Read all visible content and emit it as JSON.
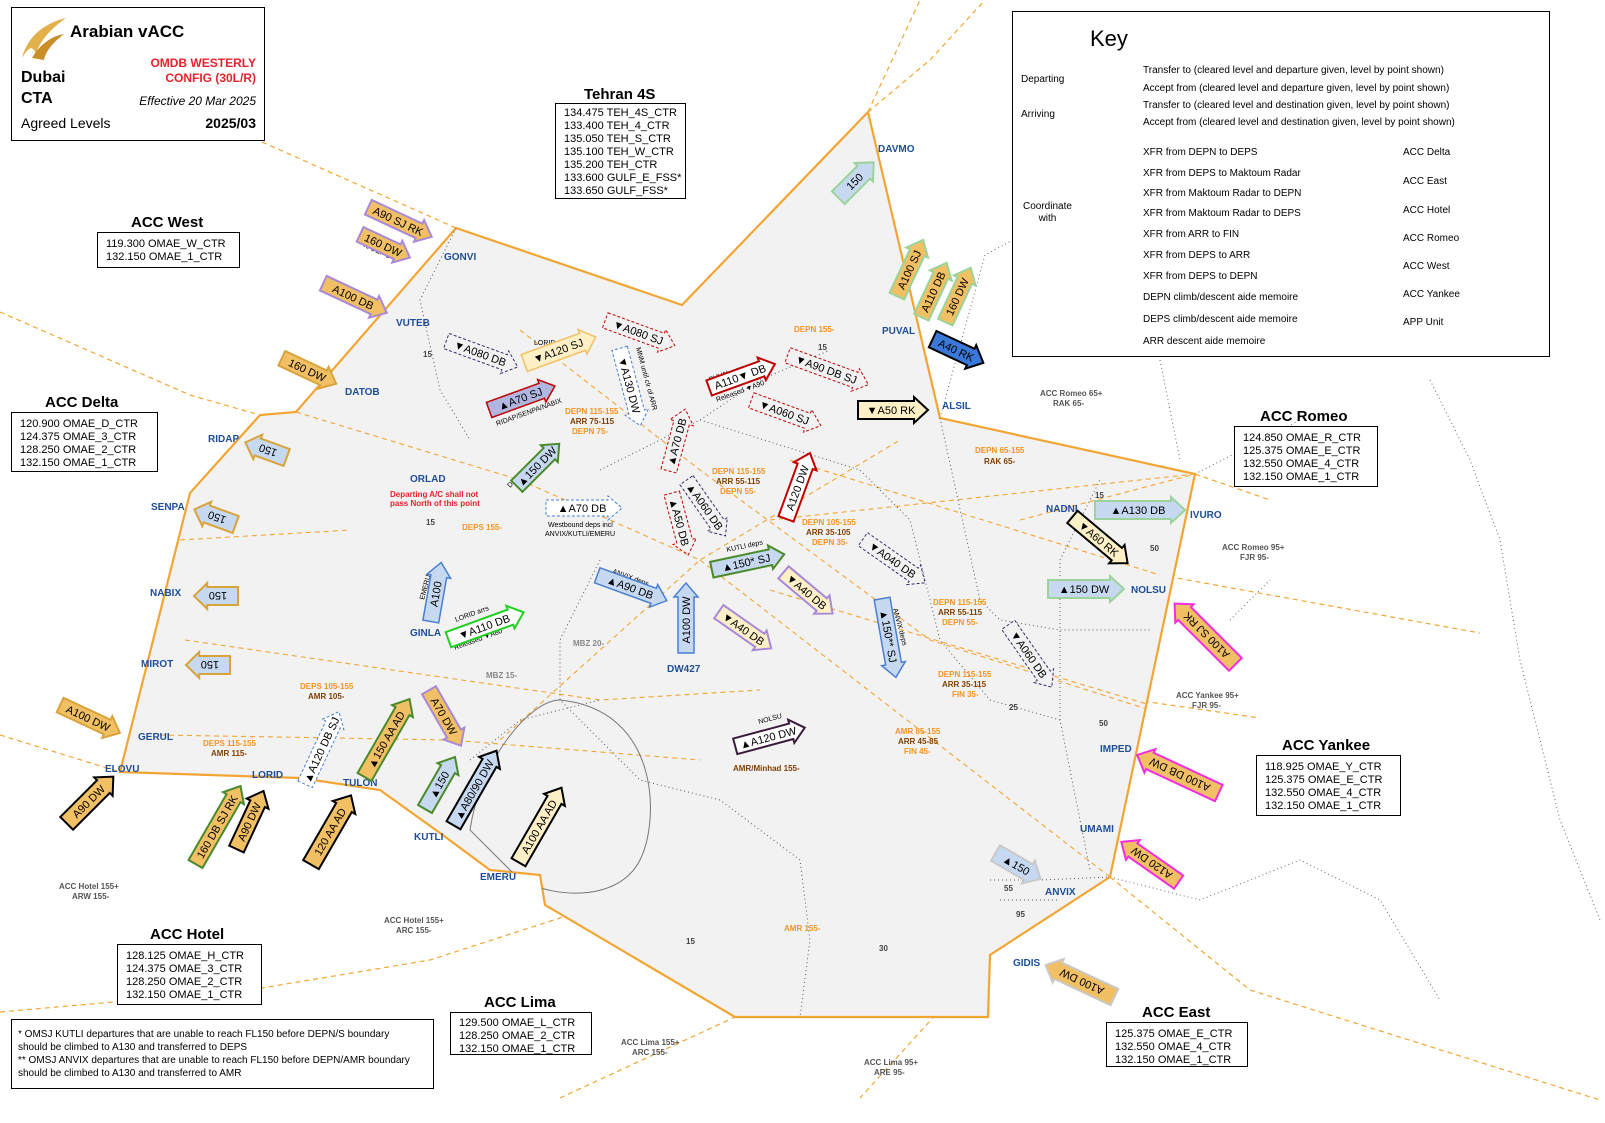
{
  "header": {
    "brand": "Arabian vACC",
    "region": "Dubai",
    "region2": "CTA",
    "config_line1": "OMDB WESTERLY",
    "config_line2": "CONFIG (30L/R)",
    "effective": "Effective 20 Mar 2025",
    "subtitle": "Agreed Levels",
    "cycle": "2025/03"
  },
  "key": {
    "title": "Key",
    "departing": "Departing",
    "arriving": "Arriving",
    "coordinate": "Coordinate",
    "with": "with",
    "rows": [
      "Transfer to (cleared level and departure given, level by point shown)",
      "Accept from (cleared level and departure given, level by point shown)",
      "Transfer to (cleared level and destination given, level by point shown)",
      "Accept from (cleared level and destination given, level by point shown)"
    ],
    "xfr": [
      "XFR from DEPN to DEPS",
      "XFR from DEPS to Maktoum Radar",
      "XFR from Maktoum Radar to DEPN",
      "XFR from Maktoum Radar to DEPS",
      "XFR from ARR to FIN",
      "XFR from DEPS to ARR",
      "XFR from DEPS to DEPN",
      "DEPN climb/descent aide memoire",
      "DEPS climb/descent aide memoire",
      "ARR descent aide memoire"
    ],
    "acc": [
      "ACC Delta",
      "ACC East",
      "ACC Hotel",
      "ACC Romeo",
      "ACC West",
      "ACC Yankee",
      "APP Unit"
    ]
  },
  "sectors": {
    "tehran": {
      "title": "Tehran 4S",
      "freqs": [
        "134.475 TEH_4S_CTR",
        "133.400 TEH_4_CTR",
        "135.050 TEH_S_CTR",
        "135.100 TEH_W_CTR",
        "135.200 TEH_CTR",
        "133.600 GULF_E_FSS*",
        "133.650 GULF_FSS*"
      ]
    },
    "west": {
      "title": "ACC West",
      "freqs": [
        "119.300 OMAE_W_CTR",
        "132.150 OMAE_1_CTR"
      ]
    },
    "delta": {
      "title": "ACC Delta",
      "freqs": [
        "120.900 OMAE_D_CTR",
        "124.375 OMAE_3_CTR",
        "128.250 OMAE_2_CTR",
        "132.150 OMAE_1_CTR"
      ]
    },
    "romeo": {
      "title": "ACC Romeo",
      "freqs": [
        "124.850 OMAE_R_CTR",
        "125.375 OMAE_E_CTR",
        "132.550 OMAE_4_CTR",
        "132.150 OMAE_1_CTR"
      ]
    },
    "yankee": {
      "title": "ACC Yankee",
      "freqs": [
        "118.925 OMAE_Y_CTR",
        "125.375 OMAE_E_CTR",
        "132.550 OMAE_4_CTR",
        "132.150 OMAE_1_CTR"
      ]
    },
    "hotel": {
      "title": "ACC Hotel",
      "freqs": [
        "128.125 OMAE_H_CTR",
        "124.375 OMAE_3_CTR",
        "128.250 OMAE_2_CTR",
        "132.150 OMAE_1_CTR"
      ]
    },
    "lima": {
      "title": "ACC Lima",
      "freqs": [
        "129.500 OMAE_L_CTR",
        "128.250 OMAE_2_CTR",
        "132.150 OMAE_1_CTR"
      ]
    },
    "east": {
      "title": "ACC East",
      "freqs": [
        "125.375 OMAE_E_CTR",
        "132.550 OMAE_4_CTR",
        "132.150 OMAE_1_CTR"
      ]
    }
  },
  "notes": [
    "* OMSJ KUTLI departures that are unable to reach FL150 before DEPN/S boundary",
    "should be climbed to A130 and transferred to DEPS",
    "** OMSJ ANVIX departures that are unable to reach FL150 before DEPN/AMR boundary",
    "should be climbed to A130 and transferred to AMR"
  ],
  "colors": {
    "boundary": "#f3a533",
    "fill": "#f2f2f2",
    "waypoint": "#1f4e96",
    "orange_text": "#f29424",
    "brown_text": "#7f3f00",
    "dep_transfer": "#c6d9f1",
    "dep_accept": "#3a78d8",
    "arr_transfer": "#fdefc6",
    "arr_accept": "#f2c064",
    "red": "#c00000",
    "delta": "#d9a33b",
    "east": "#c9c9c9",
    "hotel": "#4a8a2a",
    "romeo": "#9cd39a",
    "west": "#a889d8",
    "yankee": "#f02ee0",
    "app": "#000000"
  },
  "waypoints": [
    "DAVMO",
    "GONVI",
    "VUTEB",
    "DATOB",
    "RIDAP",
    "SENPA",
    "NABIX",
    "MIROT",
    "GERUL",
    "ELOVU",
    "LORID",
    "TULON",
    "KUTLI",
    "EMERU",
    "GINLA",
    "ORLAD",
    "DW427",
    "PUVAL",
    "ALSIL",
    "NADNI",
    "IVURO",
    "NOLSU",
    "IMPED",
    "UMAMI",
    "ANVIX",
    "GIDIS"
  ],
  "map_text": {
    "orlad_note1": "Departing A/C shall not",
    "orlad_note2": "pass North of this point",
    "romeo65": "ACC Romeo 65+",
    "rak65": "RAK 65-",
    "romeo95": "ACC Romeo 95+",
    "fjr95a": "FJR 95-",
    "yankee95": "ACC Yankee 95+",
    "fjr95b": "FJR 95-",
    "hotel155a": "ACC Hotel 155+",
    "arw155": "ARW 155-",
    "hotel155b": "ACC Hotel 155+",
    "arc155a": "ARC 155-",
    "lima155": "ACC Lima 155+",
    "arc155b": "ARC 155-",
    "lima95": "ACC Lima 95+",
    "are95": "ARE 95-",
    "mbz20": "MBZ 20-",
    "mbz15": "MBZ 15-",
    "depn155": "DEPN 155-",
    "depn115_155a": "DEPN 115-155",
    "arr75_115": "ARR 75-115",
    "depn75": "DEPN 75-",
    "depn115_155b": "DEPN 115-155",
    "arr55_115a": "ARR 55-115",
    "depn55a": "DEPN 55-",
    "depn105_155": "DEPN 105-155",
    "arr35_105": "ARR 35-105",
    "depn35": "DEPN 35-",
    "depn65_155": "DEPN 65-155",
    "rak65b": "RAK 65-",
    "depn115_155c": "DEPN 115-155",
    "arr55_115b": "ARR 55-115",
    "depn55b": "DEPN 55-",
    "depn115_155d": "DEPN 115-155",
    "arr35_115": "ARR 35-115",
    "fin35": "FIN 35-",
    "amr85_155": "AMR 85-155",
    "arr45_85": "ARR 45-85",
    "fin45": "FIN 45-",
    "deps155": "DEPS 155-",
    "deps105_155": "DEPS 105-155",
    "amr105": "AMR 105-",
    "deps115_155": "DEPS 115-155",
    "amr115": "AMR 115-",
    "amr_minhad": "AMR/Minhad 155-",
    "amr155": "AMR 155-",
    "lorid_arrs": "LORID arrs",
    "ridap_senpa": "RIDAP/SENPA/NABIX",
    "mnm_until": "MNM until clr of ARR",
    "puval_arrs": "PUVAL arrs",
    "released_a90": "Released ▼A90",
    "davmo_deps": "DAVMO deps",
    "westbound1": "Westbound deps incl",
    "westbound2": "ANVIX/KUTLI/EMERU",
    "kutli_deps": "KUTLI deps",
    "anvix_deps": "ANVIX deps",
    "anvix_deps2": "ANVIX deps",
    "emeru_lbl": "EMERU",
    "lorid_arrs2": "LORID arrs",
    "released_a80": "Released ▼A80",
    "nolsu_lbl": "NOLSU",
    "to_dep_s": "To DEP S",
    "n15a": "15",
    "n15b": "15",
    "n15c": "15",
    "n15d": "15",
    "n50a": "50",
    "n50b": "50",
    "n25": "25",
    "n55": "55",
    "n95": "95",
    "n30": "30",
    "n15e": "15"
  },
  "arrows": [
    {
      "name": "a90-sj-rk",
      "text": "A90 SJ RK",
      "cls": "arr_accept",
      "stroke": "west"
    },
    {
      "name": "160-dw-west",
      "text": "160 DW",
      "cls": "arr_accept",
      "stroke": "west"
    },
    {
      "name": "a100-db-west",
      "text": "A100 DB",
      "cls": "arr_accept",
      "stroke": "west"
    },
    {
      "name": "160-dw-datob",
      "text": "160 DW",
      "cls": "arr_accept",
      "stroke": "delta"
    },
    {
      "name": "150-ridap",
      "text": "150",
      "cls": "dep_transfer",
      "stroke": "delta"
    },
    {
      "name": "150-senpa",
      "text": "150",
      "cls": "dep_transfer",
      "stroke": "delta"
    },
    {
      "name": "150-nabix",
      "text": "150",
      "cls": "dep_transfer",
      "stroke": "delta"
    },
    {
      "name": "150-mirot",
      "text": "150",
      "cls": "dep_transfer",
      "stroke": "delta"
    },
    {
      "name": "a100-dw-gerul",
      "text": "A100 DW",
      "cls": "arr_accept",
      "stroke": "delta"
    },
    {
      "name": "a90-dw-elovu",
      "text": "A90 DW",
      "cls": "arr_accept",
      "stroke": "app"
    },
    {
      "name": "160-db-sj-rk",
      "text": "160 DB SJ RK",
      "cls": "arr_accept",
      "stroke": "hotel"
    },
    {
      "name": "a90-dw-lorid",
      "text": "A90 DW",
      "cls": "arr_accept",
      "stroke": "app"
    },
    {
      "name": "120-aa-ad",
      "text": "120 AA AD",
      "cls": "arr_accept",
      "stroke": "app"
    },
    {
      "name": "a150-aa-ad",
      "text": "▲150 AA AD",
      "cls": "arr_accept",
      "stroke": "hotel"
    },
    {
      "name": "a70-dw-tulon",
      "text": "A70 DW",
      "cls": "arr_accept",
      "stroke": "west"
    },
    {
      "name": "a150-kutli",
      "text": "▲150",
      "cls": "dep_transfer",
      "stroke": "hotel"
    },
    {
      "name": "a80-90-dw",
      "text": "▲A80/90 DW",
      "cls": "dep_transfer",
      "stroke": "app"
    },
    {
      "name": "a100-aa-ad",
      "text": "A100 AA AD",
      "cls": "arr_transfer",
      "stroke": "app"
    },
    {
      "name": "150-davmo",
      "text": "150",
      "cls": "dep_transfer",
      "stroke": "romeo"
    },
    {
      "name": "a100-sj-puval",
      "text": "A100 SJ",
      "cls": "arr_accept",
      "stroke": "romeo"
    },
    {
      "name": "a110-db-puval",
      "text": "A110 DB",
      "cls": "arr_accept",
      "stroke": "romeo"
    },
    {
      "name": "a160-dw-puval",
      "text": "160 DW",
      "cls": "arr_accept",
      "stroke": "romeo"
    },
    {
      "name": "a40-rk",
      "text": "A40 RK",
      "cls": "dep_accept",
      "stroke": "app"
    },
    {
      "name": "a50-rk",
      "text": "▼A50 RK",
      "cls": "arr_transfer",
      "stroke": "app"
    },
    {
      "name": "a130-db",
      "text": "▲A130 DB",
      "cls": "dep_transfer",
      "stroke": "romeo"
    },
    {
      "name": "a60-rk",
      "text": "▼A60 RK",
      "cls": "arr_transfer",
      "stroke": "app"
    },
    {
      "name": "a150-dw-nolsu",
      "text": "▲150 DW",
      "cls": "dep_transfer",
      "stroke": "romeo"
    },
    {
      "name": "a100-sj-rk-yankee",
      "text": "A100 SJ RK",
      "cls": "arr_accept",
      "stroke": "yankee"
    },
    {
      "name": "a100-db-dw-yankee",
      "text": "A100 DB DW",
      "cls": "arr_accept",
      "stroke": "yankee"
    },
    {
      "name": "a120-dw-yankee",
      "text": "A120 DW",
      "cls": "arr_accept",
      "stroke": "yankee"
    },
    {
      "name": "a150-anvix",
      "text": "▲150",
      "cls": "dep_transfer",
      "stroke": "east"
    },
    {
      "name": "a100-dw-gidis",
      "text": "A100 DW",
      "cls": "arr_accept",
      "stroke": "east"
    }
  ],
  "internal": [
    {
      "name": "a080-db",
      "text": "▼A080  DB",
      "style": "arr_dash"
    },
    {
      "name": "a120-sj",
      "text": "▼A120 SJ",
      "style": "arr_transfer"
    },
    {
      "name": "a080-sj",
      "text": "▼A080  SJ",
      "style": "depn_dash"
    },
    {
      "name": "a130-dw",
      "text": "▼A130  DW",
      "style": "deps_dash"
    },
    {
      "name": "a70-sj",
      "text": "▲A70 SJ",
      "style": "purple_red"
    },
    {
      "name": "a110-db",
      "text": "A110▼ DB",
      "style": "red_out"
    },
    {
      "name": "a90-db-sj",
      "text": "▼A90 DB SJ",
      "style": "depn_dash"
    },
    {
      "name": "a060-sj",
      "text": "▼A060  SJ",
      "style": "depn_dash"
    },
    {
      "name": "a70-db-vert",
      "text": "▲A70 DB",
      "style": "depn_dash"
    },
    {
      "name": "a150-dw-davmo",
      "text": "▲150 DW",
      "style": "green_dep"
    },
    {
      "name": "a120-dw-red",
      "text": "A120 DW",
      "style": "red_out"
    },
    {
      "name": "a70-db-west",
      "text": "▲A70 DB",
      "style": "deps_dash"
    },
    {
      "name": "a060-db-1",
      "text": "▲A060 DB",
      "style": "arr_dash"
    },
    {
      "name": "a50-db",
      "text": "▲A50 DB",
      "style": "depn_dash"
    },
    {
      "name": "a150-sj-kutli",
      "text": "▲150* SJ",
      "style": "green_dep"
    },
    {
      "name": "a040-db",
      "text": "▼A040  DB",
      "style": "arr_dash"
    },
    {
      "name": "a100-emeru",
      "text": "A100",
      "style": "dep_transfer"
    },
    {
      "name": "a90-db-anvix",
      "text": "▲A90 DB",
      "style": "dep_transfer"
    },
    {
      "name": "a110-db-ginla",
      "text": "▼A110 DB",
      "style": "green_out"
    },
    {
      "name": "a100-dw-dw427",
      "text": "A100 DW",
      "style": "dep_transfer"
    },
    {
      "name": "a40-db-1",
      "text": "▼A40 DB",
      "style": "purple_cream"
    },
    {
      "name": "a40-db-2",
      "text": "▼A40 DB",
      "style": "purple_cream"
    },
    {
      "name": "a150-sj-anvix",
      "text": "▲150** SJ",
      "style": "dep_transfer"
    },
    {
      "name": "a060-db-2",
      "text": "▼A060 DB",
      "style": "arr_dash"
    },
    {
      "name": "a120-db-sj",
      "text": "▲A120 DB SJ",
      "style": "deps_dash"
    },
    {
      "name": "a120-dw-nolsu",
      "text": "▲A120 DW",
      "style": "purple_dark"
    }
  ]
}
